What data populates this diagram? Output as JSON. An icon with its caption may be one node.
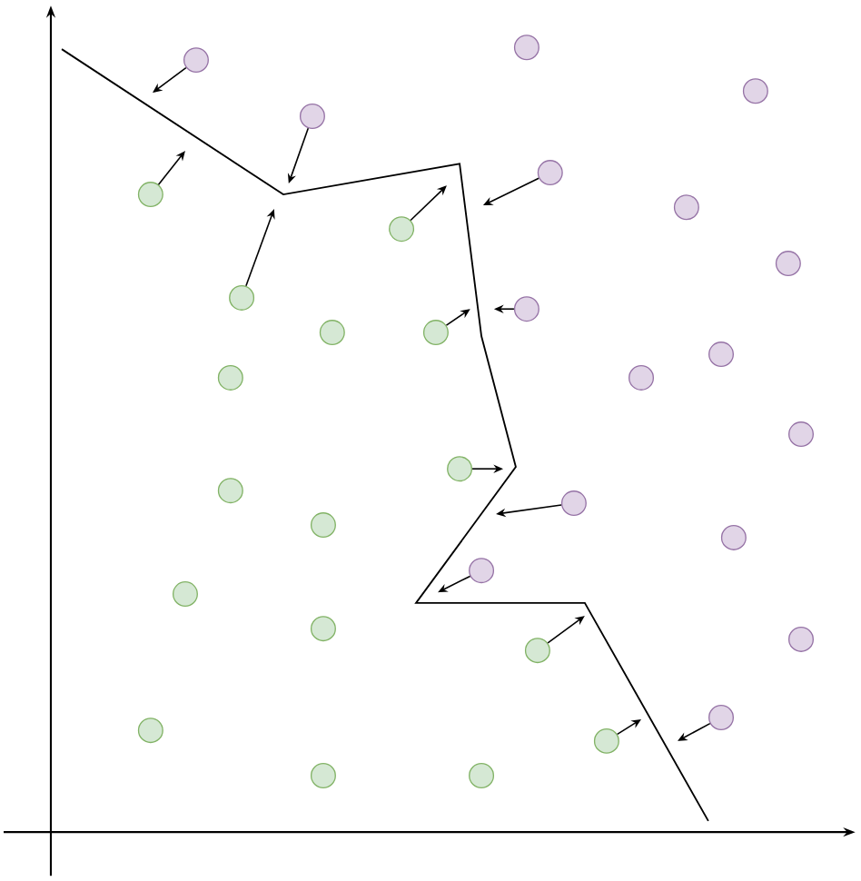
{
  "diagram": {
    "nodes": [
      {
        "text": [],
        "shape": "circle"
      },
      {
        "text": [],
        "shape": "circle"
      },
      {
        "text": [],
        "shape": "circle"
      },
      {
        "text": [],
        "shape": "circle"
      },
      {
        "text": [],
        "shape": "circle"
      },
      {
        "text": [],
        "shape": "circle"
      },
      {
        "text": [],
        "shape": "circle"
      },
      {
        "text": [],
        "shape": "circle"
      },
      {
        "text": [],
        "shape": "circle"
      },
      {
        "text": [],
        "shape": "circle"
      },
      {
        "text": [],
        "shape": "circle"
      },
      {
        "text": [],
        "shape": "circle"
      },
      {
        "text": [],
        "shape": "circle"
      },
      {
        "text": [],
        "shape": "circle"
      },
      {
        "text": [],
        "shape": "circle"
      },
      {
        "text": [],
        "shape": "circle"
      },
      {
        "text": [],
        "shape": "circle"
      },
      {
        "text": [],
        "shape": "circle"
      },
      {
        "text": [],
        "shape": "circle"
      },
      {
        "text": [],
        "shape": "circle"
      },
      {
        "text": [],
        "shape": "circle"
      },
      {
        "text": [],
        "shape": "circle"
      },
      {
        "text": [],
        "shape": "circle"
      },
      {
        "text": [],
        "shape": "circle"
      },
      {
        "text": [],
        "shape": "circle"
      },
      {
        "text": [],
        "shape": "circle"
      },
      {
        "text": [],
        "shape": "circle"
      },
      {
        "text": [],
        "shape": "circle"
      },
      {
        "text": [],
        "shape": "circle"
      },
      {
        "text": [],
        "shape": "circle"
      },
      {
        "text": [],
        "shape": "circle"
      },
      {
        "text": [],
        "shape": "circle"
      }
    ],
    "edges": [
      {
        "from": 1,
        "to": null,
        "arrow": "to"
      },
      {
        "from": 3,
        "to": null,
        "arrow": "to"
      },
      {
        "from": 4,
        "to": null,
        "arrow": "to"
      },
      {
        "from": 5,
        "to": null,
        "arrow": "to"
      },
      {
        "from": 7,
        "to": null,
        "arrow": "to"
      },
      {
        "from": 9,
        "to": null,
        "arrow": "to"
      },
      {
        "from": 10,
        "to": null,
        "arrow": "to"
      },
      {
        "from": 12,
        "to": null,
        "arrow": "to"
      },
      {
        "from": 17,
        "to": null,
        "arrow": "to"
      },
      {
        "from": 19,
        "to": null,
        "arrow": "to"
      },
      {
        "from": 22,
        "to": null,
        "arrow": "to"
      },
      {
        "from": 26,
        "to": null,
        "arrow": "to"
      },
      {
        "from": 27,
        "to": null,
        "arrow": "to"
      },
      {
        "from": 29,
        "to": null,
        "arrow": "to"
      }
    ]
  }
}
